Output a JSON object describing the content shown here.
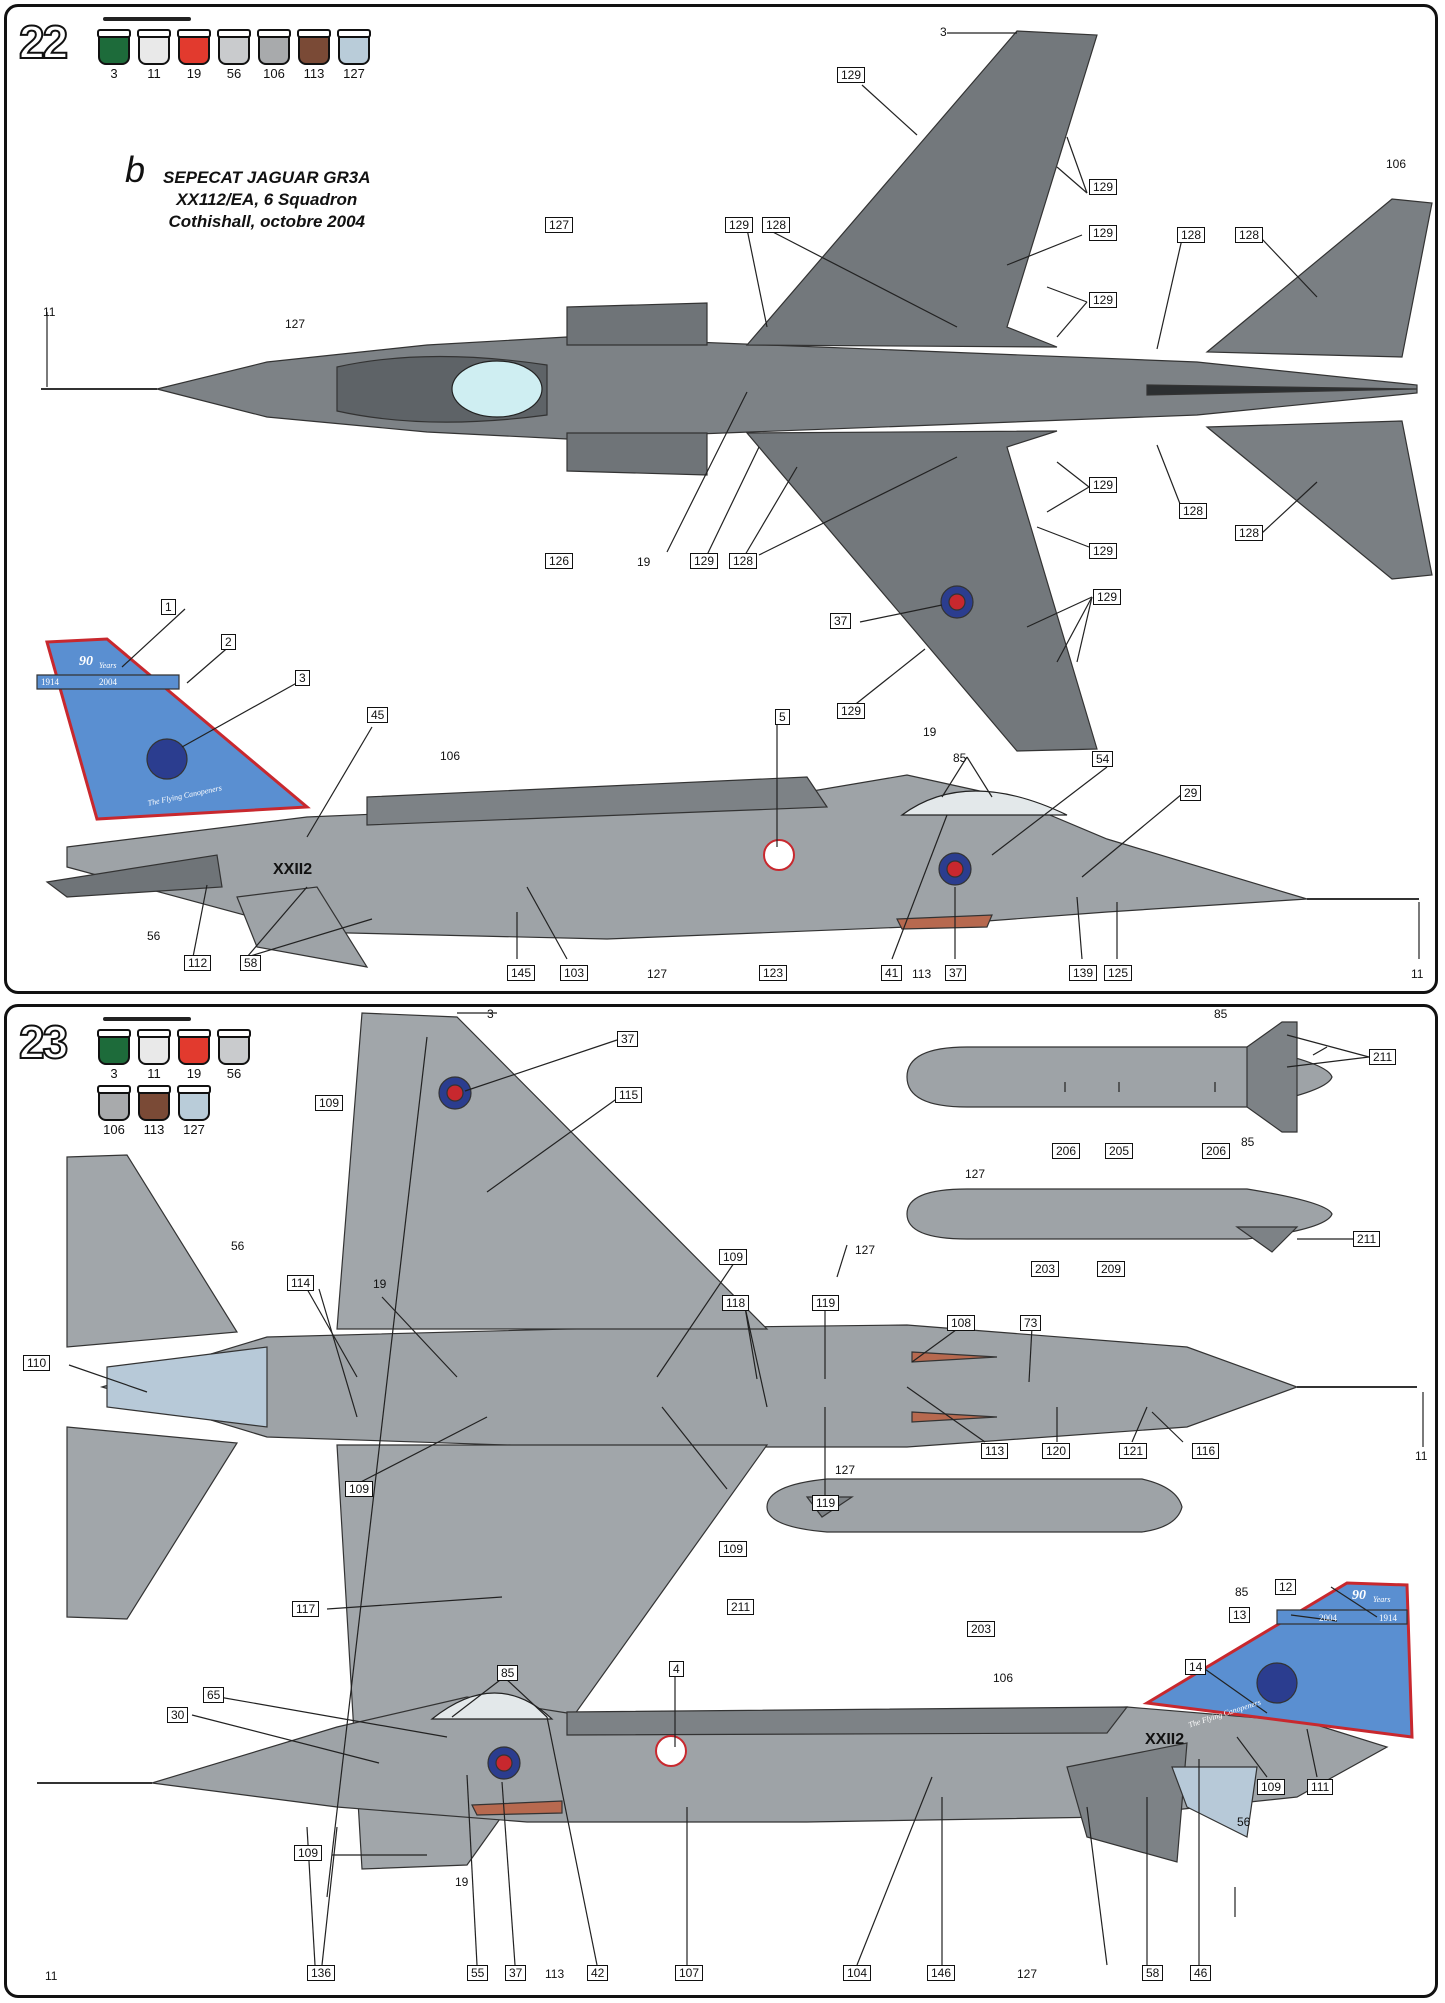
{
  "colors": {
    "paint_3": "#1d6b3a",
    "paint_11": "#e9e9e9",
    "paint_19": "#e23a2e",
    "paint_56": "#c9cbcd",
    "paint_106": "#a8aaac",
    "paint_113": "#7a4a36",
    "paint_127": "#b9ccd9",
    "upper_gray": "#7a7f83",
    "lower_gray": "#9ea3a7",
    "light_blue": "#b7c9d8",
    "fin_blue": "#5a8fd1",
    "roundel_blue": "#2b3d8f",
    "roundel_red": "#c8282e"
  },
  "step22": {
    "number": "22",
    "paints": [
      "3",
      "11",
      "19",
      "56",
      "106",
      "113",
      "127"
    ],
    "title": {
      "letter": "b",
      "line1": "SEPECAT JAGUAR GR3A",
      "line2": "XX112/EA, 6 Squadron",
      "line3": "Cothishall, octobre 2004"
    },
    "serial": "XXII2",
    "fin_text": {
      "top": "90",
      "years": "Years",
      "left": "1914",
      "right": "2004",
      "motto": "The Flying Canopeners"
    },
    "labels": {
      "l3": "3",
      "l129a": "129",
      "l129b": "129",
      "l106": "106",
      "l127a": "127",
      "l129c": "129",
      "l128a": "128",
      "l129d": "129",
      "l128b": "128",
      "l128c": "128",
      "l11a": "11",
      "l127b": "127",
      "l129e": "129",
      "l126": "126",
      "l19a": "19",
      "l129f": "129",
      "l128d": "128",
      "l129g": "129",
      "l128e": "128",
      "l129h": "129",
      "l128f": "128",
      "l37a": "37",
      "l129i": "129",
      "l129j": "129",
      "l1": "1",
      "l2": "2",
      "l3b": "3",
      "l19b": "19",
      "l5": "5",
      "l85": "85",
      "l54": "54",
      "l45": "45",
      "l106b": "106",
      "l29": "29",
      "l56": "56",
      "l112": "112",
      "l58": "58",
      "l145": "145",
      "l103": "103",
      "l127c": "127",
      "l123": "123",
      "l41": "41",
      "l113": "113",
      "l37b": "37",
      "l139": "139",
      "l125": "125",
      "l11b": "11"
    }
  },
  "step23": {
    "number": "23",
    "paints_row1": [
      "3",
      "11",
      "19",
      "56"
    ],
    "paints_row2": [
      "106",
      "113",
      "127"
    ],
    "serial": "XXII2",
    "fin_text": {
      "top": "90",
      "years": "Years",
      "left": "2004",
      "right": "1914",
      "motto": "The Flying Canopeners"
    },
    "labels": {
      "l3": "3",
      "l37": "37",
      "l115": "115",
      "l109a": "109",
      "l85a": "85",
      "l211a": "211",
      "l85b": "85",
      "l206a": "206",
      "l205": "205",
      "l206b": "206",
      "l127a": "127",
      "l211b": "211",
      "l203a": "203",
      "l209": "209",
      "l56a": "56",
      "l114": "114",
      "l19a": "19",
      "l109b": "109",
      "l118": "118",
      "l119a": "119",
      "l127b": "127",
      "l108": "108",
      "l73": "73",
      "l110": "110",
      "l109c": "109",
      "l113a": "113",
      "l120": "120",
      "l121": "121",
      "l116": "116",
      "l11a": "11",
      "l119b": "119",
      "l109d": "109",
      "l127c": "127",
      "l211c": "211",
      "l85c": "85",
      "l203b": "203",
      "l117": "117",
      "l12": "12",
      "l13": "13",
      "l14": "14",
      "l109e": "109",
      "l19b": "19",
      "l85d": "85",
      "l4": "4",
      "l106": "106",
      "l65": "65",
      "l30": "30",
      "l109f": "109",
      "l111": "111",
      "l56b": "56",
      "l11b": "11",
      "l136": "136",
      "l55": "55",
      "l37b": "37",
      "l113b": "113",
      "l42": "42",
      "l107": "107",
      "l104": "104",
      "l146": "146",
      "l127d": "127",
      "l58": "58",
      "l46": "46"
    }
  }
}
